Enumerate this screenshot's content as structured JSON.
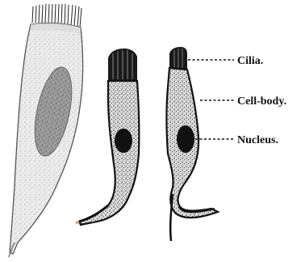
{
  "labels": {
    "cilia": "Cilia.",
    "cell_body": "Cell-body.",
    "nucleus": "Nucleus."
  },
  "colors": {
    "ink": "#111111",
    "cell_fill_light": "#e6e6e6",
    "cell_fill_dark": "#d0d0d0",
    "nucleus_left": "#8a8a8a",
    "nucleus_dark": "#111111",
    "background": "#ffffff"
  }
}
